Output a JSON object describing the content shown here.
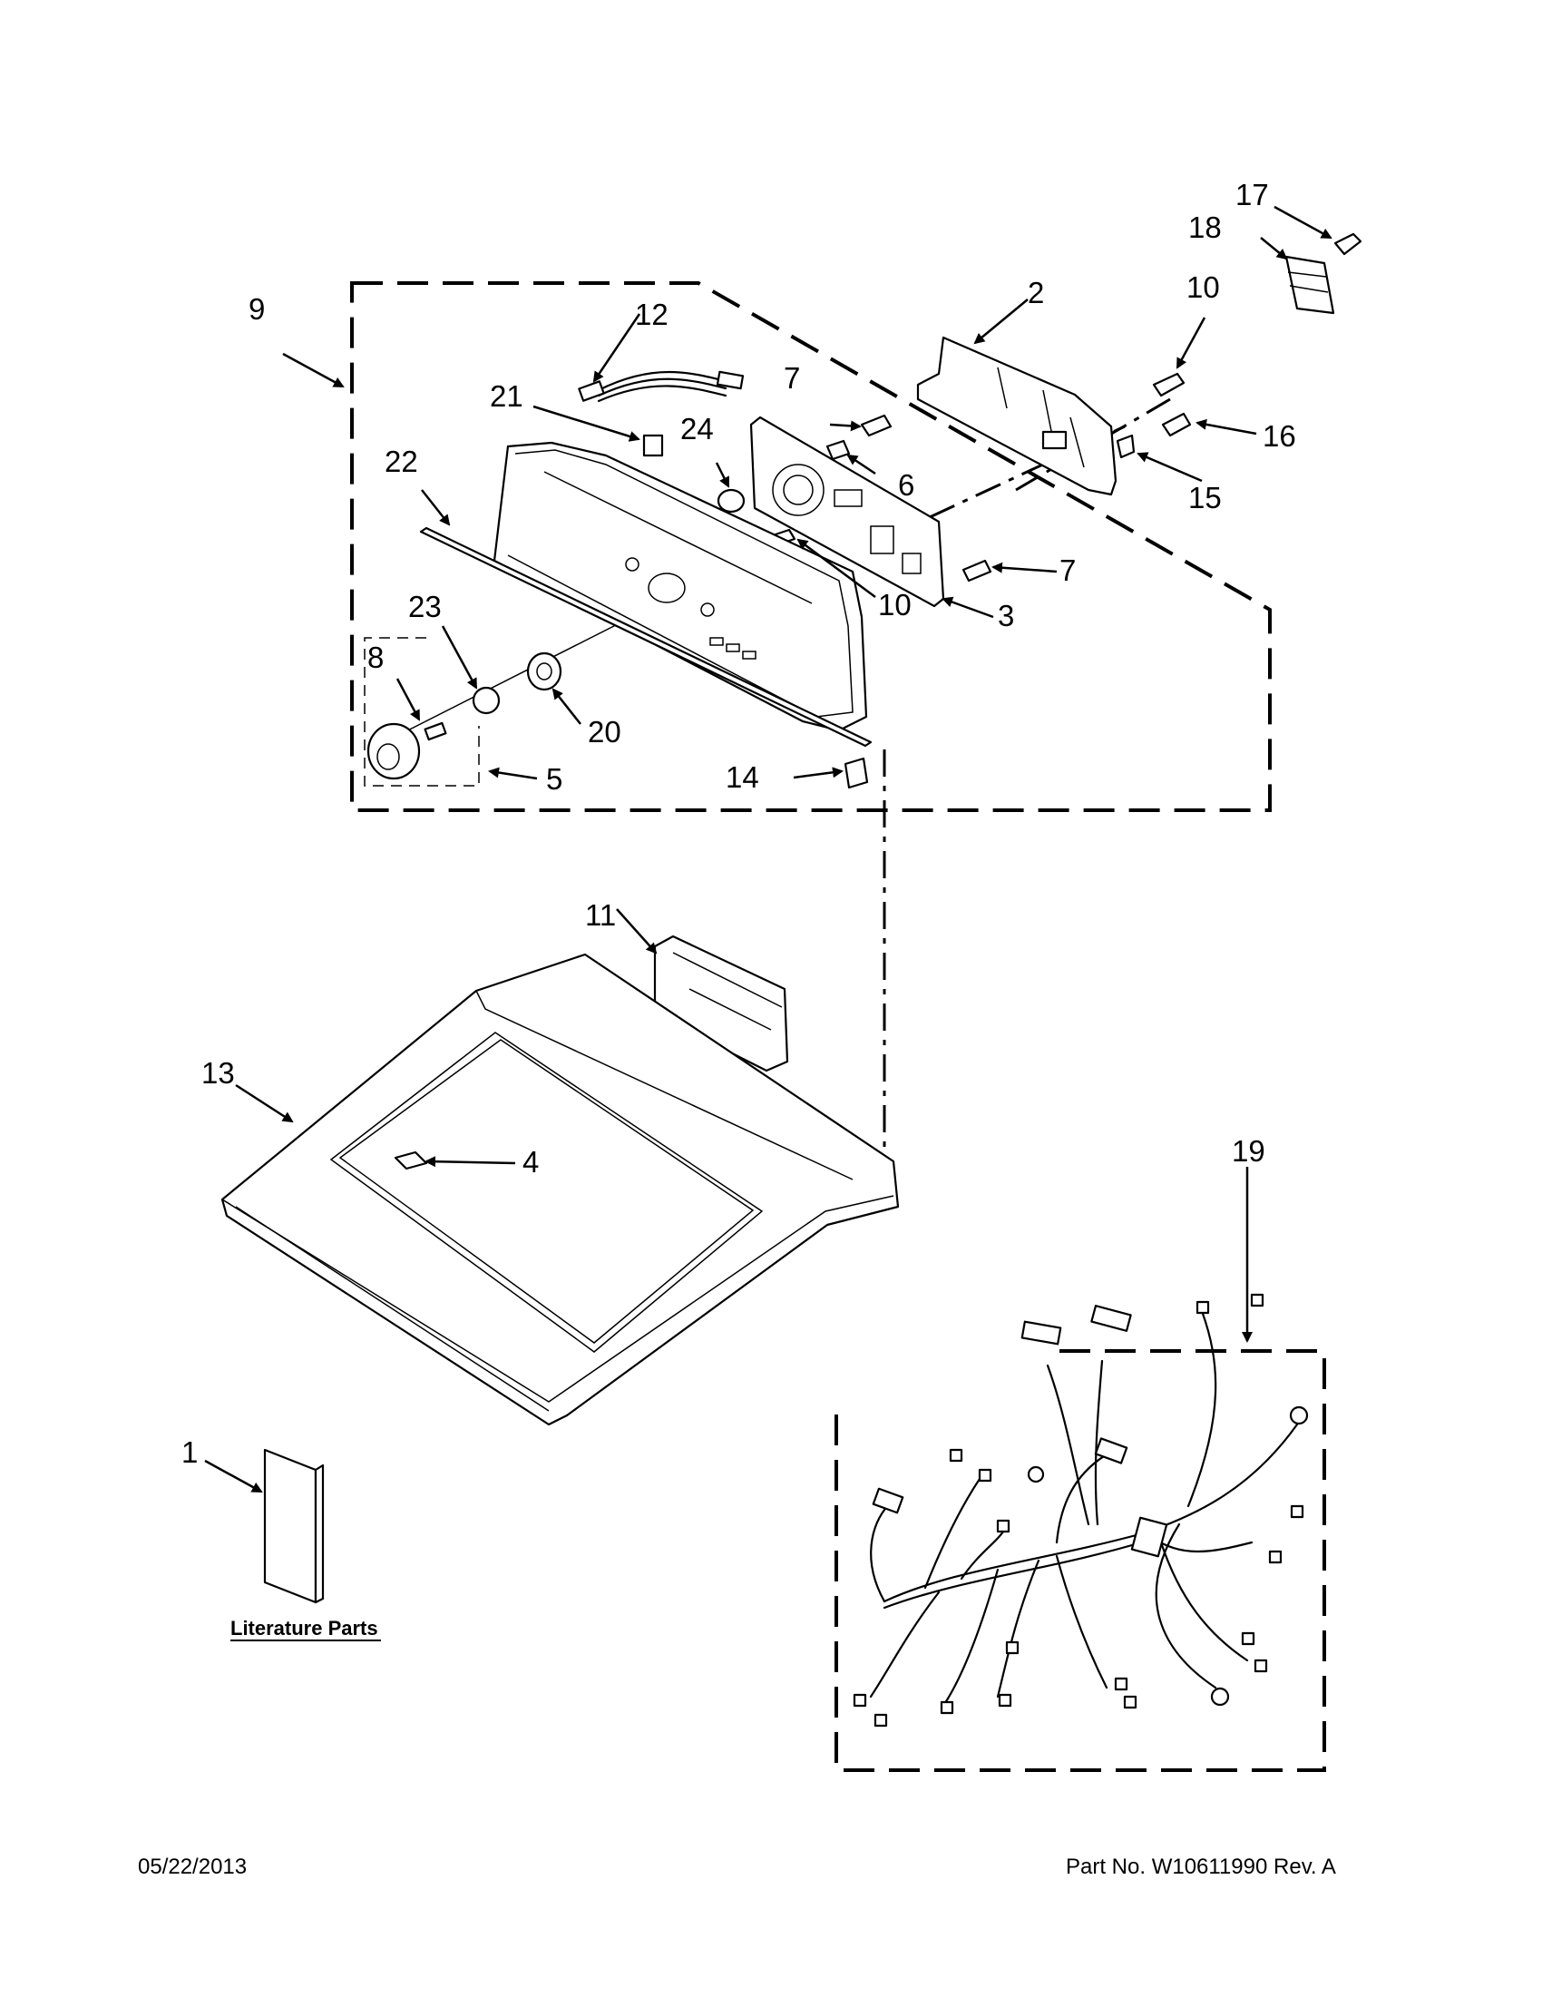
{
  "callouts": {
    "c1": "1",
    "c2": "2",
    "c3": "3",
    "c4": "4",
    "c5": "5",
    "c6": "6",
    "c7a": "7",
    "c7b": "7",
    "c8": "8",
    "c9": "9",
    "c10a": "10",
    "c10b": "10",
    "c11": "11",
    "c12": "12",
    "c13": "13",
    "c14": "14",
    "c15": "15",
    "c16": "16",
    "c17": "17",
    "c18": "18",
    "c19": "19",
    "c20": "20",
    "c21": "21",
    "c22": "22",
    "c23": "23",
    "c24": "24"
  },
  "literature_label": "Literature Parts",
  "footer": {
    "date": "05/22/2013",
    "part_number": "Part No.  W10611990  Rev.  A"
  }
}
